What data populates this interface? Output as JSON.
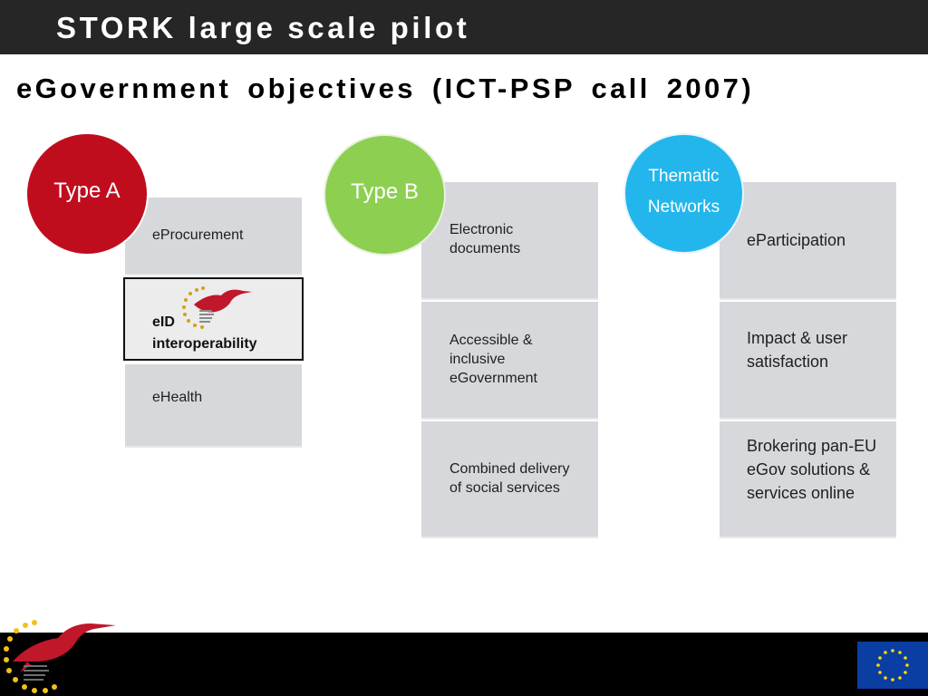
{
  "header": {
    "title": "STORK large scale pilot"
  },
  "slide": {
    "subtitle": "eGovernment  objectives (ICT-PSP call 2007)"
  },
  "columns": [
    {
      "circle_label": "Type A",
      "items": [
        "eProcurement",
        "eID\ninteroperability",
        "eHealth"
      ]
    },
    {
      "circle_label": "Type B",
      "items": [
        "Electronic\ndocuments",
        "Accessible &\ninclusive\neGovernment",
        "Combined delivery\nof social services"
      ]
    },
    {
      "circle_label": "Thematic\nNetworks",
      "items": [
        "eParticipation",
        "Impact & user\nsatisfaction",
        "Brokering pan-EU\neGov solutions &\nservices online"
      ]
    }
  ],
  "colors": {
    "header_bg": "#262626",
    "type_a": "#c00d1e",
    "type_b": "#8dcf50",
    "thematic": "#23b6ec",
    "box_bg": "#d7d8dc",
    "footer_bg": "#000000",
    "eu_blue": "#0b3ea3",
    "eu_gold": "#ffdd00"
  },
  "icons": {
    "stork_logo": "stork-bird-logo-icon",
    "eu_flag": "eu-flag-icon"
  }
}
